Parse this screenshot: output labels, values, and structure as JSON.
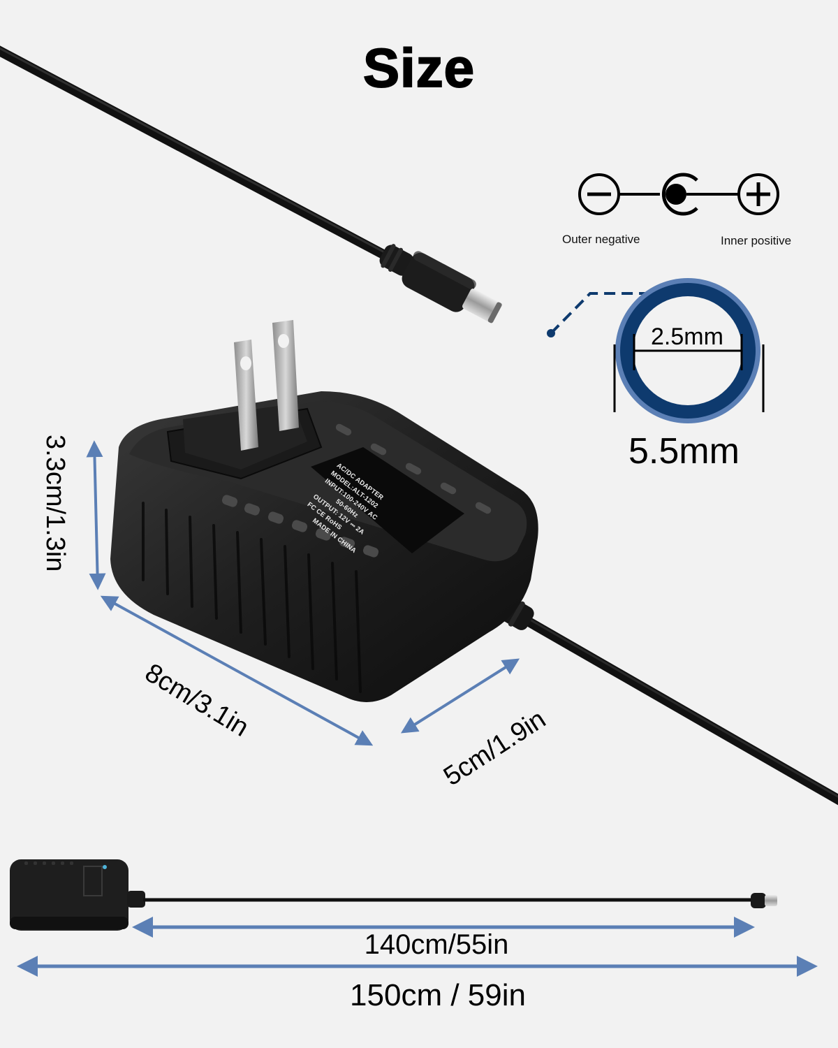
{
  "title": "Size",
  "polarity": {
    "outer_label": "Outer negative",
    "inner_label": "Inner positive",
    "symbols": [
      "minus-circle",
      "center-dot-c",
      "plus-circle"
    ]
  },
  "connector": {
    "inner_diameter": "2.5mm",
    "outer_diameter": "5.5mm"
  },
  "adapter_label": {
    "line1": "AC/DC ADAPTER",
    "line2": "MODEL:ALT-1202",
    "line3": "INPUT:100-240V AC",
    "line4": "50-60Hz",
    "line5": "OUTPUT: 12V ⎓ 2A",
    "line6": "FC CE RoHS",
    "line7": "MADE IN CHINA"
  },
  "dimensions": {
    "height": "3.3cm/1.3in",
    "length": "8cm/3.1in",
    "width": "5cm/1.9in",
    "cable_length": "140cm/55in",
    "total_length": "150cm / 59in"
  },
  "colors": {
    "background": "#f2f2f2",
    "arrow_blue": "#5b7fb5",
    "ring_dark": "#0e3a6e",
    "ring_light": "#5b7fb5",
    "adapter_black": "#1b1b1b"
  }
}
